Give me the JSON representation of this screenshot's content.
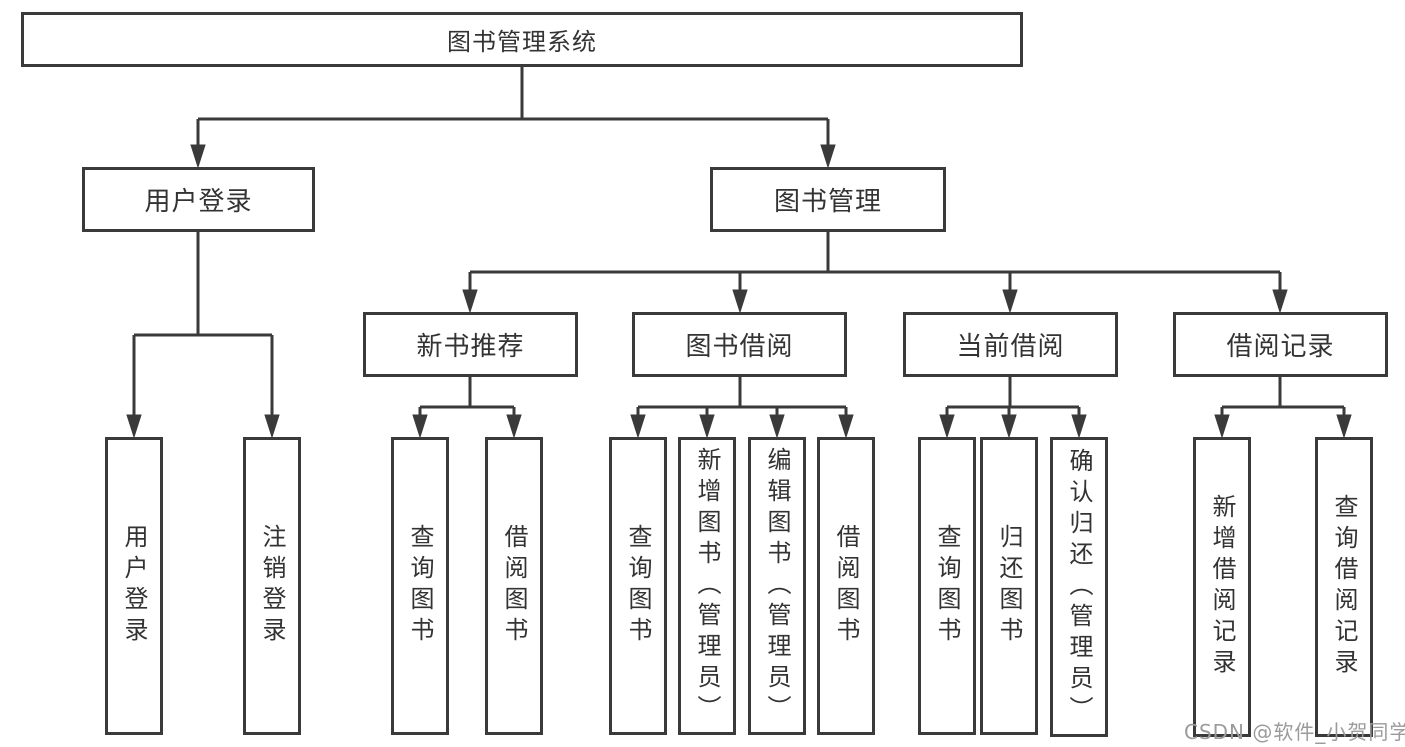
{
  "diagram": {
    "title": "图书管理系统",
    "root": {
      "label": "图书管理系统"
    },
    "level1": [
      {
        "id": "user-login",
        "label": "用户登录"
      },
      {
        "id": "book-management",
        "label": "图书管理"
      }
    ],
    "level2": [
      {
        "id": "new-book-recommend",
        "label": "新书推荐"
      },
      {
        "id": "book-borrow",
        "label": "图书借阅"
      },
      {
        "id": "current-borrow",
        "label": "当前借阅"
      },
      {
        "id": "borrow-records",
        "label": "借阅记录"
      }
    ],
    "leaves": [
      {
        "id": "user-login-leaf",
        "label": "用户登录"
      },
      {
        "id": "logout",
        "label": "注销登录"
      },
      {
        "id": "query-book-1",
        "label": "查询图书"
      },
      {
        "id": "borrow-book-1",
        "label": "借阅图书"
      },
      {
        "id": "query-book-2",
        "label": "查询图书"
      },
      {
        "id": "add-book-admin",
        "label": "新增图书（管理员）"
      },
      {
        "id": "edit-book-admin",
        "label": "编辑图书（管理员）"
      },
      {
        "id": "borrow-book-2",
        "label": "借阅图书"
      },
      {
        "id": "query-book-3",
        "label": "查询图书"
      },
      {
        "id": "return-book",
        "label": "归还图书"
      },
      {
        "id": "confirm-return-admin",
        "label": "确认归还（管理员）"
      },
      {
        "id": "add-borrow-record",
        "label": "新增借阅记录"
      },
      {
        "id": "query-borrow-record",
        "label": "查询借阅记录"
      }
    ],
    "watermark": "CSDN @软件_小贺同学",
    "colors": {
      "line": "#3a3a3a",
      "text": "#333333",
      "watermark": "#9b9b9b",
      "background": "#ffffff"
    }
  }
}
